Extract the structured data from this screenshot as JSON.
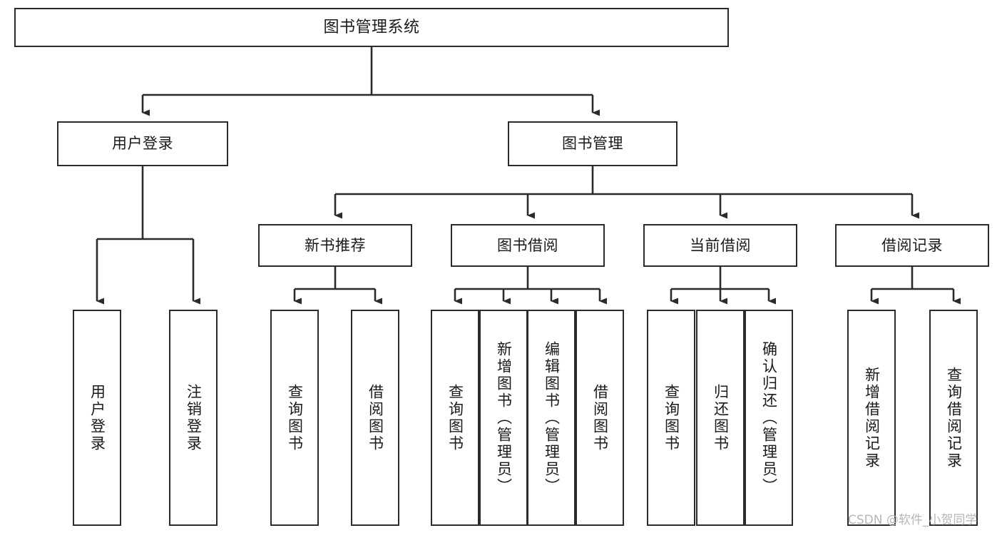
{
  "diagram": {
    "type": "tree",
    "title": "图书管理系统",
    "watermark": "CSDN @软件_小贺同学",
    "colors": {
      "box_border": "#2b2b2b",
      "box_fill": "#ffffff",
      "connector": "#2b2b2b",
      "text": "#1a1a1a",
      "background": "#ffffff",
      "watermark": "#b6b6b6"
    },
    "nodes": {
      "root": {
        "label": "图书管理系统"
      },
      "level2": [
        {
          "label": "用户登录"
        },
        {
          "label": "图书管理"
        }
      ],
      "level3": [
        {
          "label": "新书推荐"
        },
        {
          "label": "图书借阅"
        },
        {
          "label": "当前借阅"
        },
        {
          "label": "借阅记录"
        }
      ],
      "leaves": {
        "user_login": [
          {
            "label": "用户登录"
          },
          {
            "label": "注销登录"
          }
        ],
        "new_book_recommend": [
          {
            "label": "查询图书"
          },
          {
            "label": "借阅图书"
          }
        ],
        "book_borrow": [
          {
            "label": "查询图书"
          },
          {
            "label": "新增图书（管理员）"
          },
          {
            "label": "编辑图书（管理员）"
          },
          {
            "label": "借阅图书"
          }
        ],
        "current_borrow": [
          {
            "label": "查询图书"
          },
          {
            "label": "归还图书"
          },
          {
            "label": "确认归还（管理员）"
          }
        ],
        "borrow_record": [
          {
            "label": "新增借阅记录"
          },
          {
            "label": "查询借阅记录"
          }
        ]
      }
    }
  }
}
